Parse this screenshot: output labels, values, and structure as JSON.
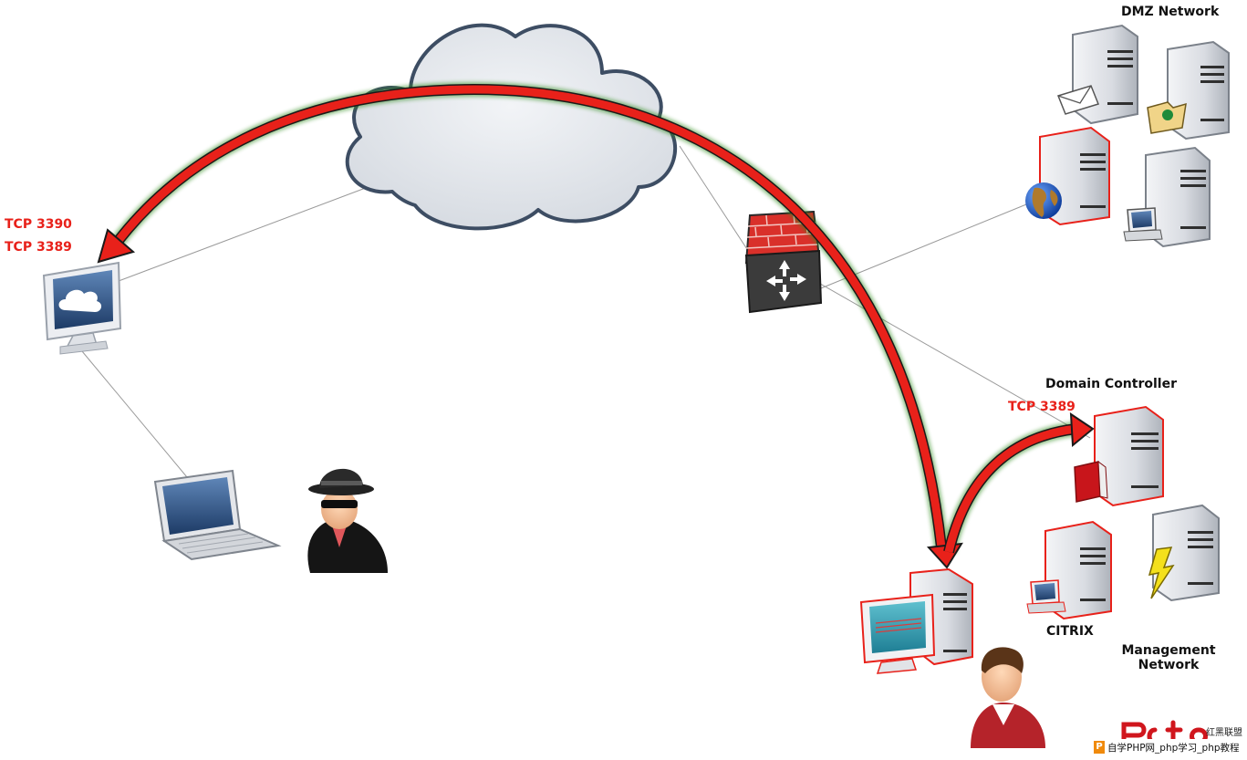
{
  "labels": {
    "tcp_3390": "TCP 3390",
    "tcp_3389_left": "TCP 3389",
    "dmz_network": "DMZ Network",
    "domain_controller": "Domain Controller",
    "tcp_3389_right": "TCP 3389",
    "citrix": "CITRIX",
    "management_network_line1": "Management",
    "management_network_line2": "Network"
  },
  "watermark": {
    "brand": "红黑联盟",
    "caption": "自学PHP网_php学习_php教程"
  },
  "colors": {
    "arrow": "#e8211a",
    "arrow_glow": "#2e8b1e",
    "label_red": "#e8211a",
    "cloud": "#e6e9ee",
    "firewall_brick": "#d9302a"
  },
  "icons": [
    "cloud-icon",
    "firewall-router-icon",
    "monitor-icon",
    "laptop-icon",
    "hacker-icon",
    "user-icon",
    "workstation-icon",
    "server-icon",
    "mail-icon",
    "folder-icon",
    "globe-icon",
    "book-icon",
    "lightning-icon"
  ]
}
